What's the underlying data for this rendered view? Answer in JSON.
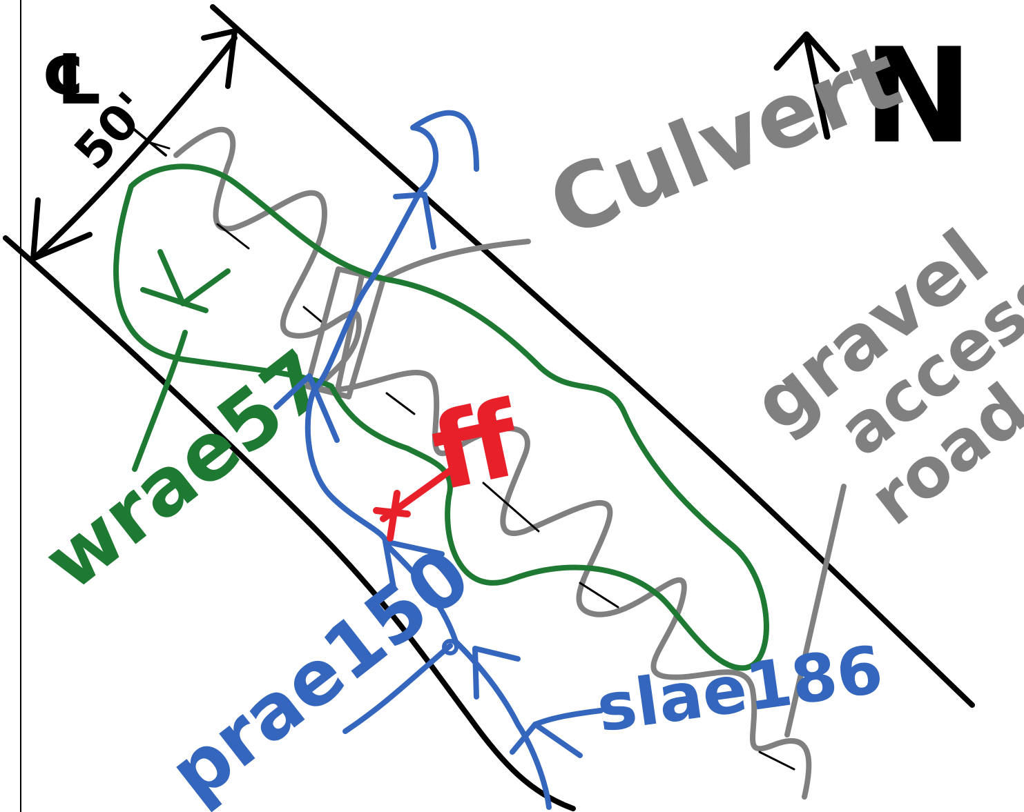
{
  "labels": {
    "cl_symbol": "℄",
    "width": "50'",
    "culvert": "Culvert",
    "north": "N",
    "gravel_line1": "gravel",
    "gravel_line2": "access",
    "gravel_line3": "road",
    "wetland": "wrae57",
    "stream_left": "prae150",
    "stream_right": "slae186",
    "ff": "ff"
  },
  "colors": {
    "edge": "#000000",
    "road": "#808080",
    "wetland": "#1e7a32",
    "stream": "#3566bd",
    "flag": "#e8202a"
  }
}
